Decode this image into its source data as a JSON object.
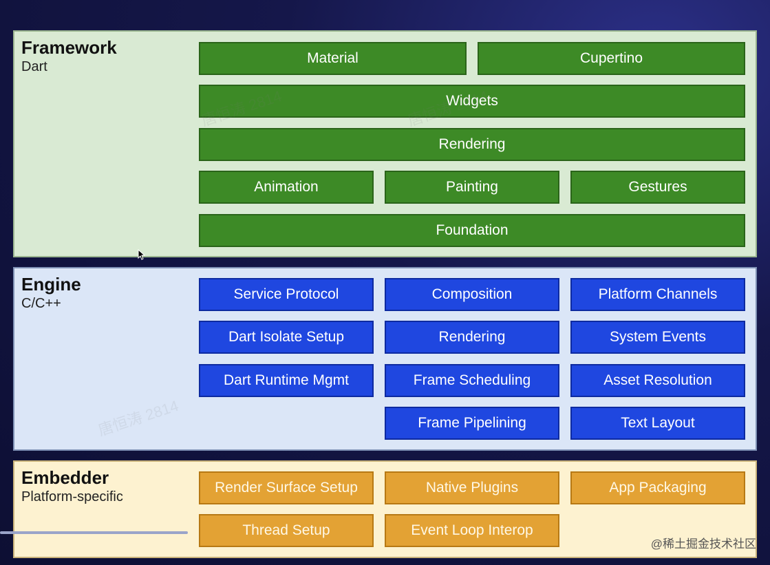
{
  "framework": {
    "title": "Framework",
    "subtitle": "Dart",
    "boxes": [
      "Material",
      "Cupertino",
      "Widgets",
      "Rendering",
      "Animation",
      "Painting",
      "Gestures",
      "Foundation"
    ]
  },
  "engine": {
    "title": "Engine",
    "subtitle": "C/C++",
    "boxes": [
      "Service Protocol",
      "Composition",
      "Platform Channels",
      "Dart Isolate Setup",
      "Rendering",
      "System Events",
      "Dart Runtime Mgmt",
      "Frame Scheduling",
      "Asset Resolution",
      "Frame Pipelining",
      "Text Layout"
    ]
  },
  "embedder": {
    "title": "Embedder",
    "subtitle": "Platform-specific",
    "boxes": [
      "Render Surface Setup",
      "Native Plugins",
      "App Packaging",
      "Thread Setup",
      "Event Loop Interop"
    ]
  },
  "watermark": "唐恒涛 2814",
  "credit": "@稀土掘金技术社区",
  "colors": {
    "framework_bg": "#d9ead3",
    "framework_box": "#3d8a26",
    "engine_bg": "#dbe6f7",
    "engine_box": "#1f47e0",
    "embedder_bg": "#fdf2d0",
    "embedder_box": "#e3a234"
  }
}
